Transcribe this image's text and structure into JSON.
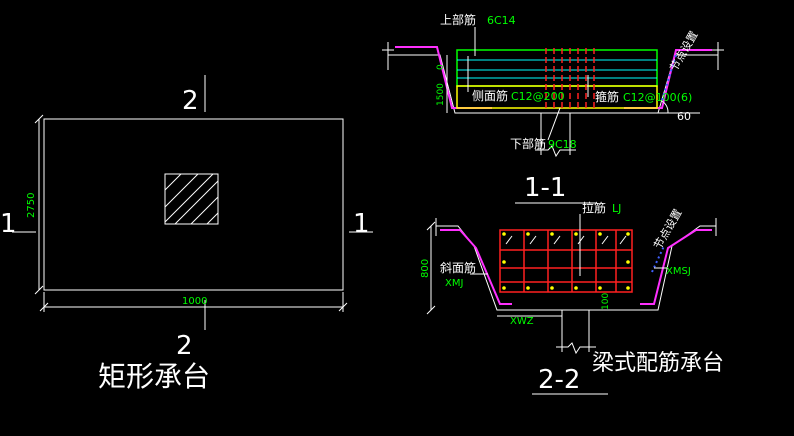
{
  "left_plan": {
    "section_mark_top": "2",
    "section_mark_bottom": "2",
    "section_mark_left": "1",
    "section_mark_right": "1",
    "dim_height": "2750",
    "dim_width": "1000",
    "title": "矩形承台"
  },
  "section_1_1": {
    "label_top_bar": "上部筋",
    "value_top_bar": "6C14",
    "label_side_bar": "侧面筋",
    "value_side_bar": "C12@200",
    "label_stirrup": "箍筋",
    "value_stirrup": "C12@100(6)",
    "label_bottom_bar": "下部筋",
    "value_bottom_bar": "9C18",
    "label_node": "节点设置",
    "dim_zero": "0",
    "dim_depth": "1500",
    "angle": "60",
    "title": "1-1"
  },
  "section_2_2": {
    "label_tie": "拉筋",
    "value_tie": "LJ",
    "label_slant": "斜面筋",
    "value_slant": "XMJ",
    "label_node": "节点设置",
    "value_xmsj": "XMSJ",
    "value_xwz": "XWZ",
    "dim_depth": "800",
    "dim_100": "100",
    "title": "2-2"
  },
  "caption": "梁式配筋承台",
  "colors": {
    "line": "#ffffff",
    "green": "#00ff00",
    "red": "#ff2020",
    "magenta": "#ff30ff",
    "yellow": "#ffff00",
    "cyan": "#00ffff",
    "blue": "#4060ff"
  }
}
